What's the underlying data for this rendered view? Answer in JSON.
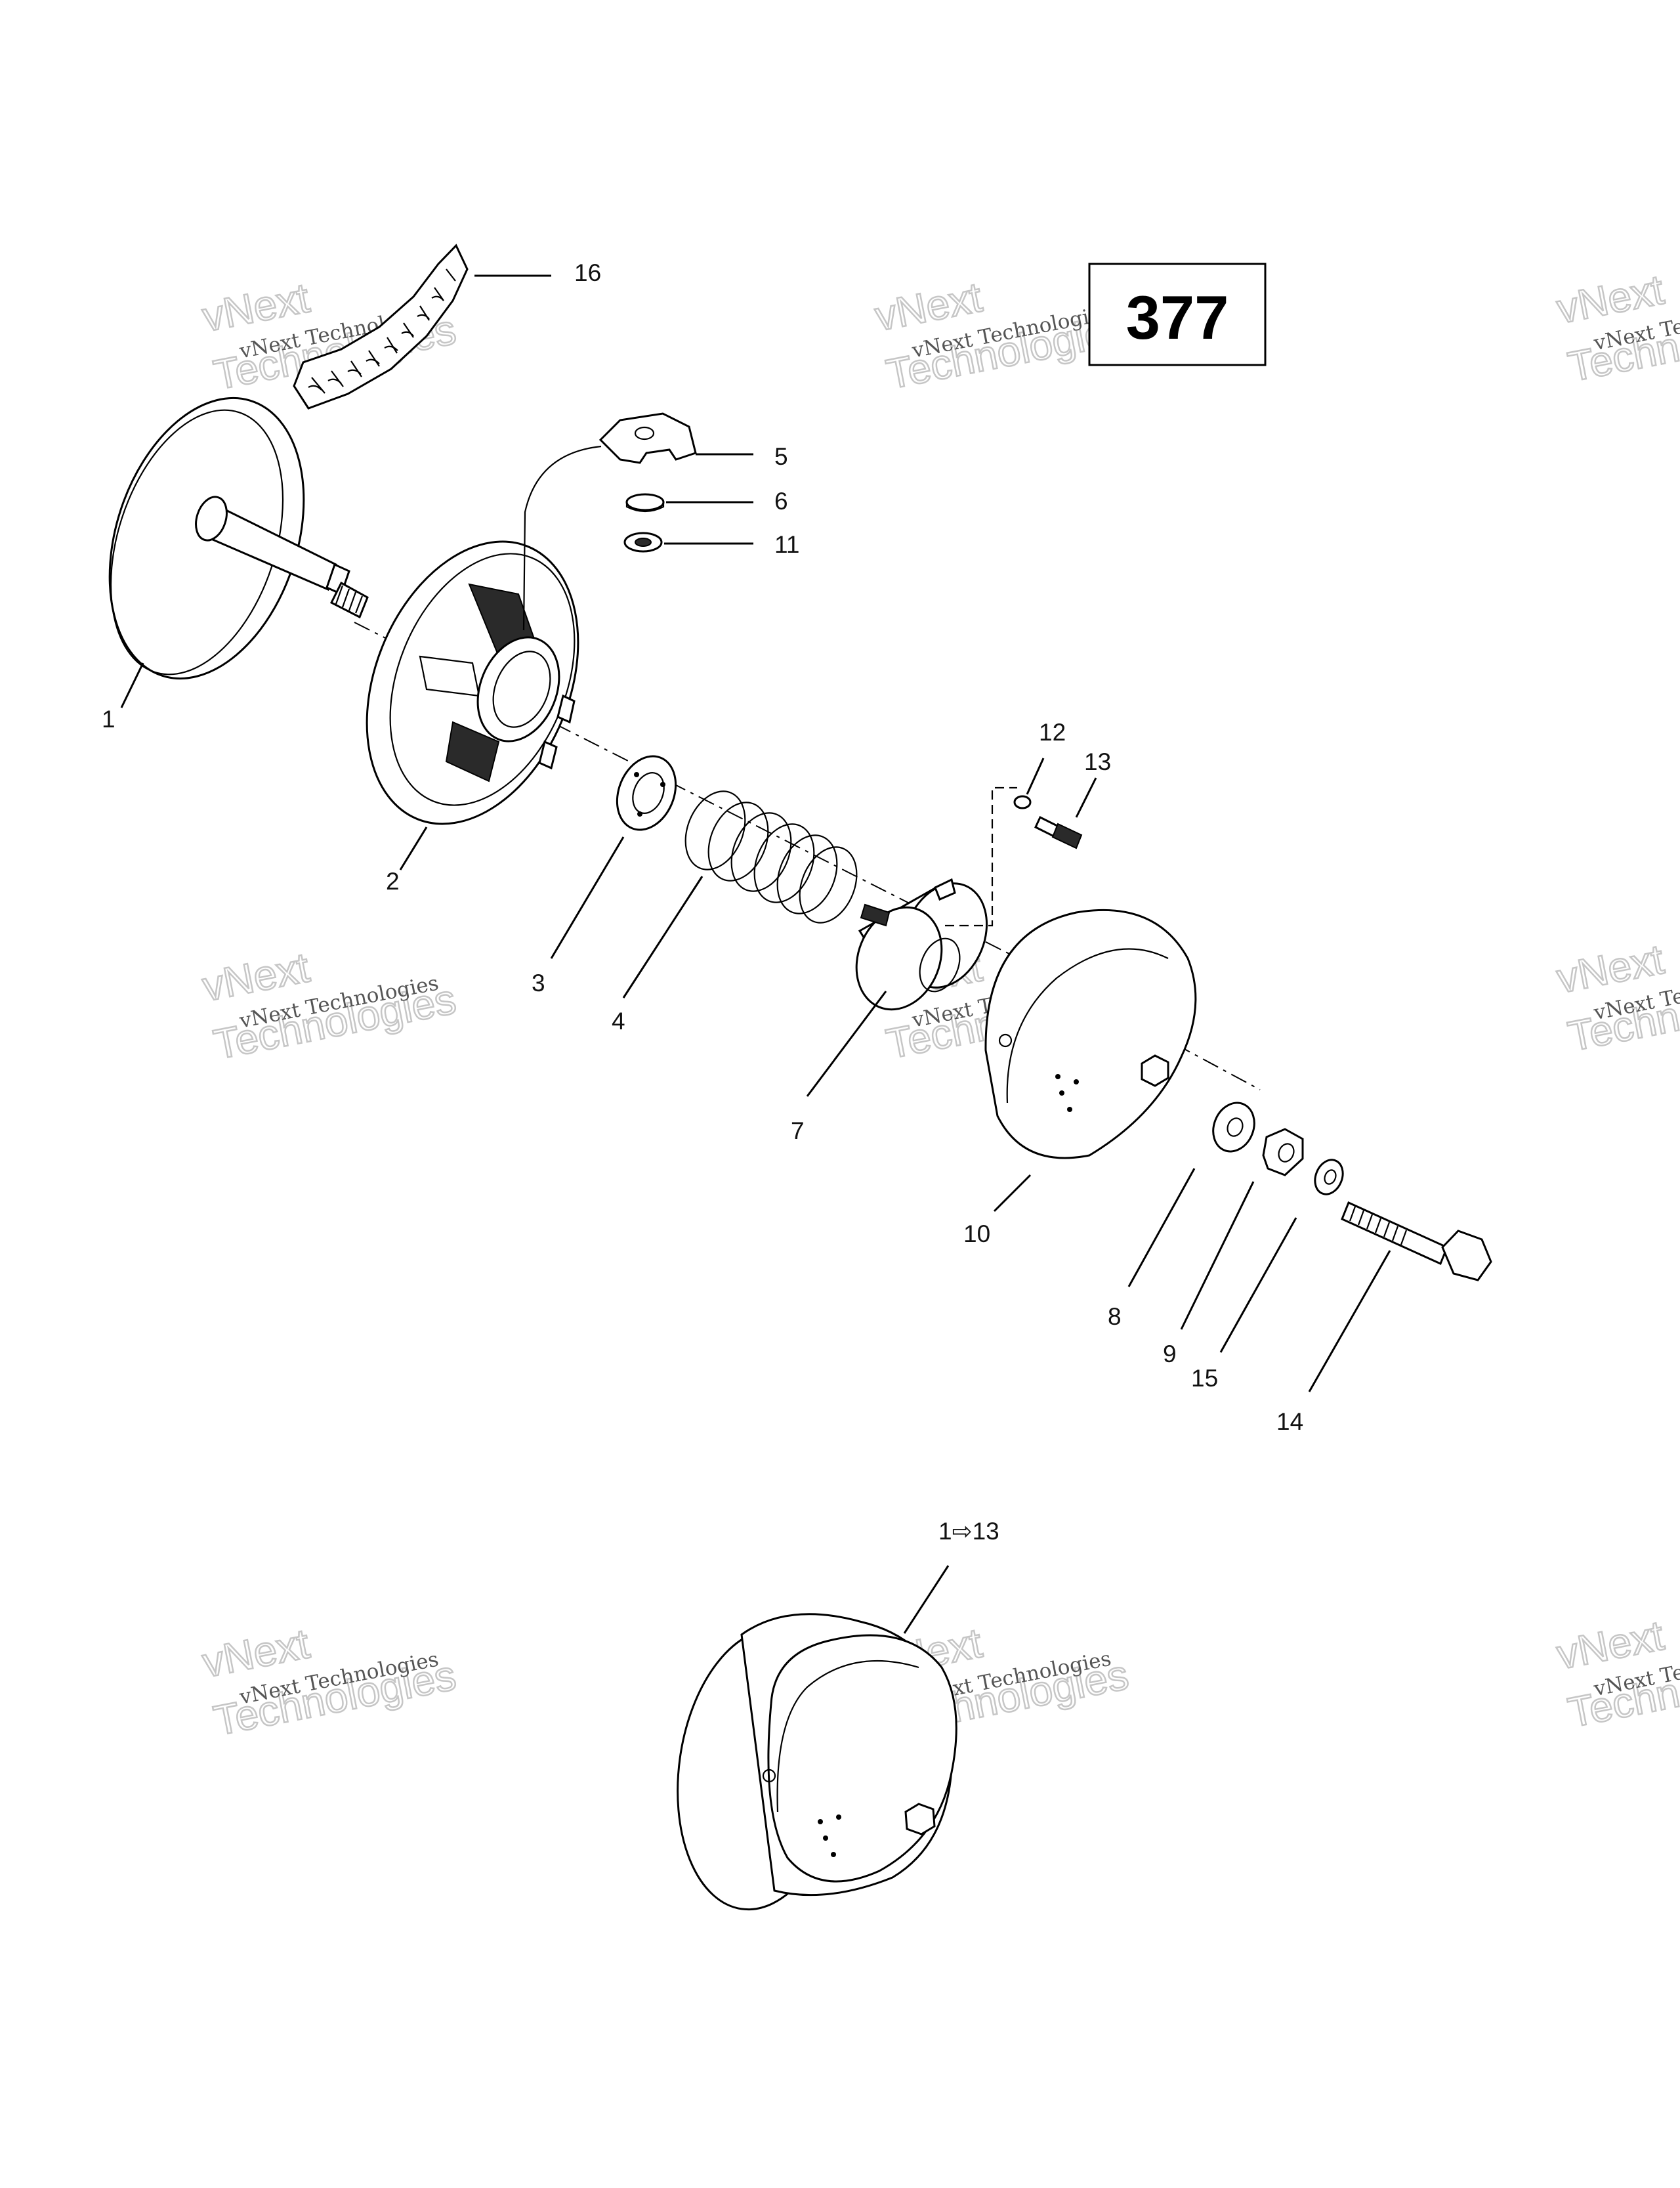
{
  "page_number": "377",
  "watermark": {
    "line1": "vNext Technologies",
    "line2": "vNext",
    "line3": "Technologies"
  },
  "callouts": {
    "c1": "1",
    "c2": "2",
    "c3": "3",
    "c4": "4",
    "c5": "5",
    "c6": "6",
    "c7": "7",
    "c8": "8",
    "c9": "9",
    "c10": "10",
    "c11": "11",
    "c12": "12",
    "c13": "13",
    "c14": "14",
    "c15": "15",
    "c16": "16",
    "assembly": "1⇨13"
  }
}
